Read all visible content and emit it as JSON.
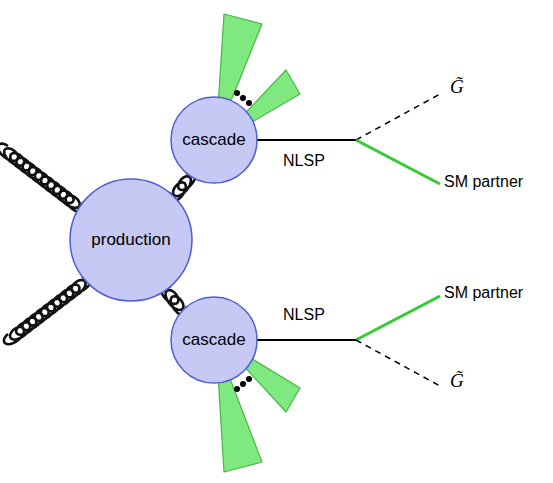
{
  "diagram": {
    "nodes": [
      {
        "text": [
          "production"
        ]
      },
      {
        "text": [
          "cascade"
        ]
      },
      {
        "text": [
          "cascade"
        ]
      }
    ],
    "edges": [
      {
        "from": 0,
        "to": 1,
        "arrow": "none"
      },
      {
        "from": 0,
        "to": 2,
        "arrow": "none"
      }
    ],
    "labels": [
      "G̃",
      "NLSP",
      "SM partner",
      "SM partner",
      "NLSP",
      "G̃"
    ]
  }
}
